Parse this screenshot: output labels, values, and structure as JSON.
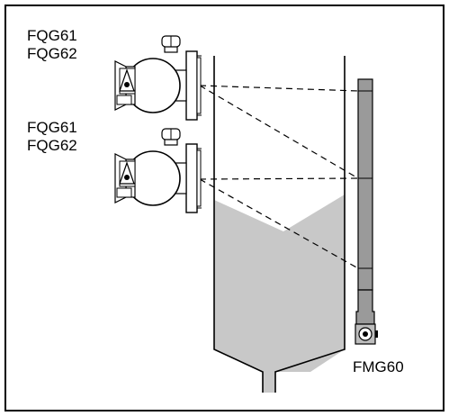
{
  "labels": {
    "upper_device": [
      "FQG61",
      "FQG62"
    ],
    "lower_device": [
      "FQG61",
      "FQG62"
    ],
    "rod_device": "FMG60"
  },
  "colors": {
    "fill": "#c8c8c8",
    "rod": "#9a9a9a",
    "line": "#000000"
  }
}
